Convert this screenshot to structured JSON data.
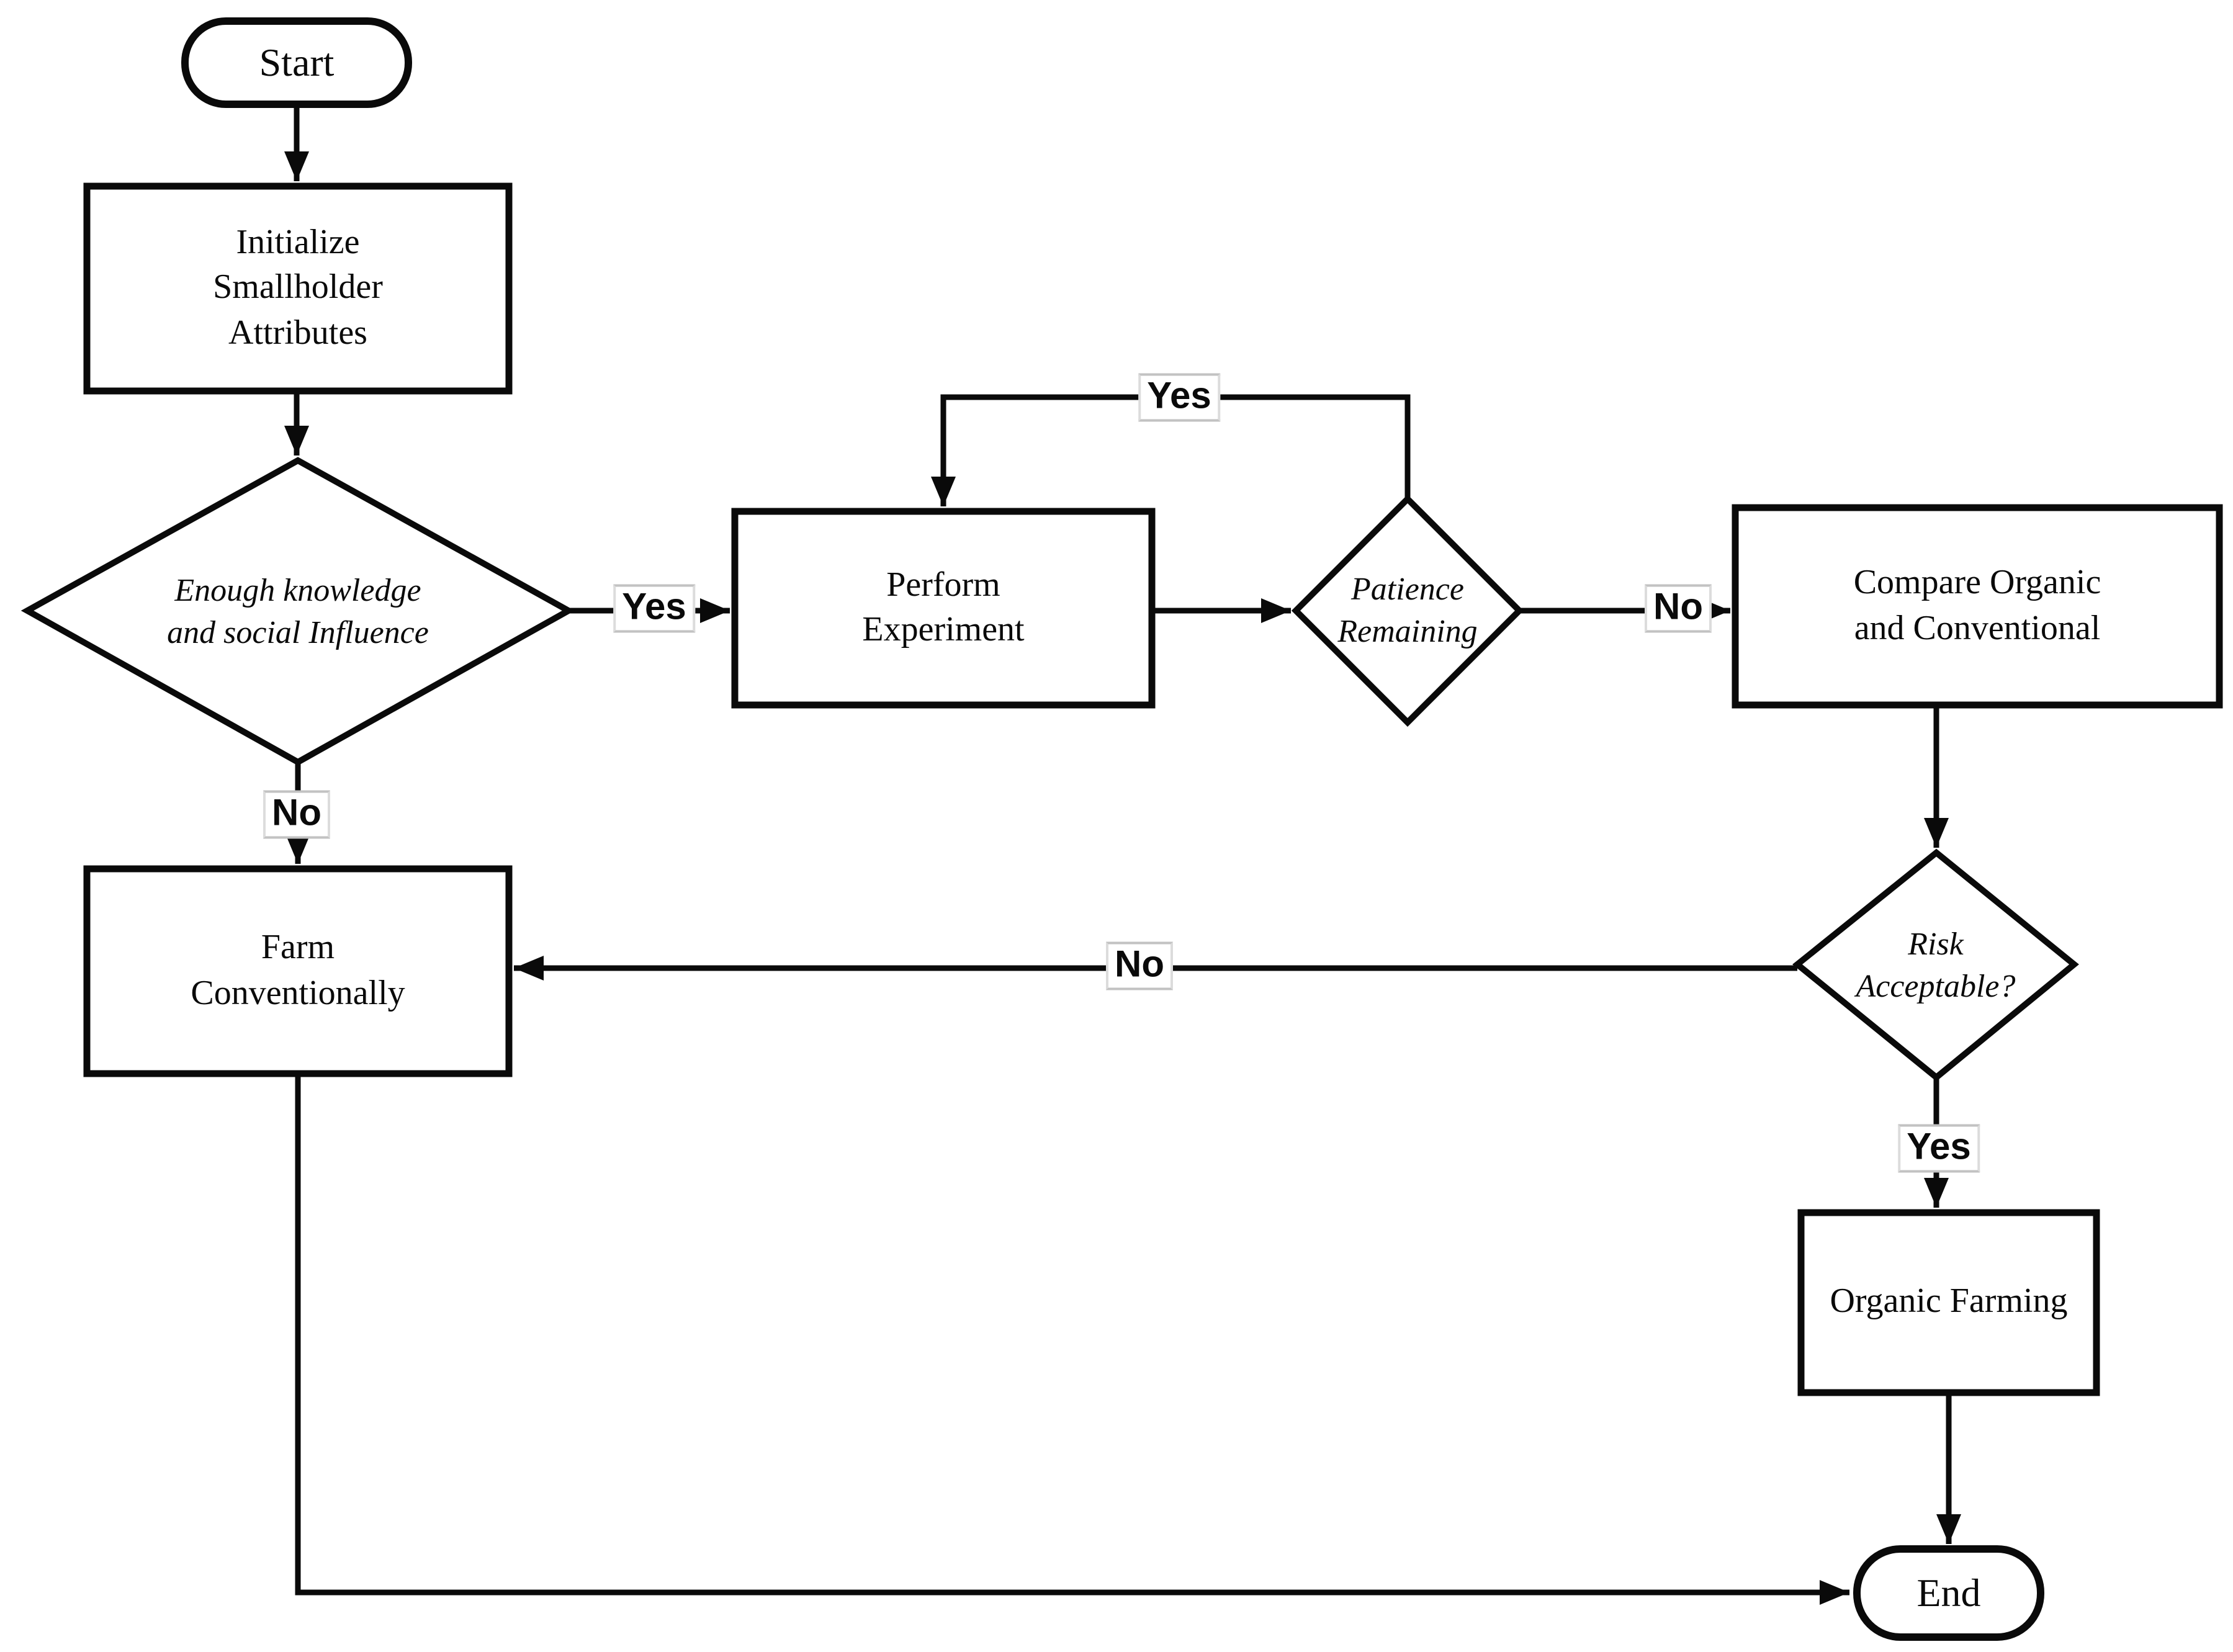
{
  "figure": {
    "type": "flowchart",
    "background_color": "#ffffff",
    "stroke_color": "#0a0a0a",
    "edge_label_border_color": "#c2c2c2"
  },
  "nodes": {
    "start": {
      "type": "terminator",
      "label": "Start"
    },
    "initialize": {
      "type": "process",
      "lines": [
        "Initialize",
        "Smallholder",
        "Attributes"
      ]
    },
    "knowledge_decision": {
      "type": "decision",
      "lines": [
        "Enough knowledge",
        "and social Influence"
      ]
    },
    "perform_experiment": {
      "type": "process",
      "lines": [
        "Perform",
        "Experiment"
      ]
    },
    "patience_decision": {
      "type": "decision",
      "lines": [
        "Patience",
        "Remaining"
      ]
    },
    "compare": {
      "type": "process",
      "lines": [
        "Compare Organic",
        "and Conventional"
      ]
    },
    "risk_decision": {
      "type": "decision",
      "lines": [
        "Risk",
        "Acceptable?"
      ]
    },
    "farm_conventionally": {
      "type": "process",
      "lines": [
        "Farm",
        "Conventionally"
      ]
    },
    "organic_farming": {
      "type": "process",
      "lines": [
        "Organic Farming"
      ]
    },
    "end": {
      "type": "terminator",
      "label": "End"
    }
  },
  "edge_labels": {
    "knowledge_yes": "Yes",
    "knowledge_no": "No",
    "patience_loop_yes": "Yes",
    "patience_no": "No",
    "risk_no": "No",
    "risk_yes": "Yes"
  }
}
